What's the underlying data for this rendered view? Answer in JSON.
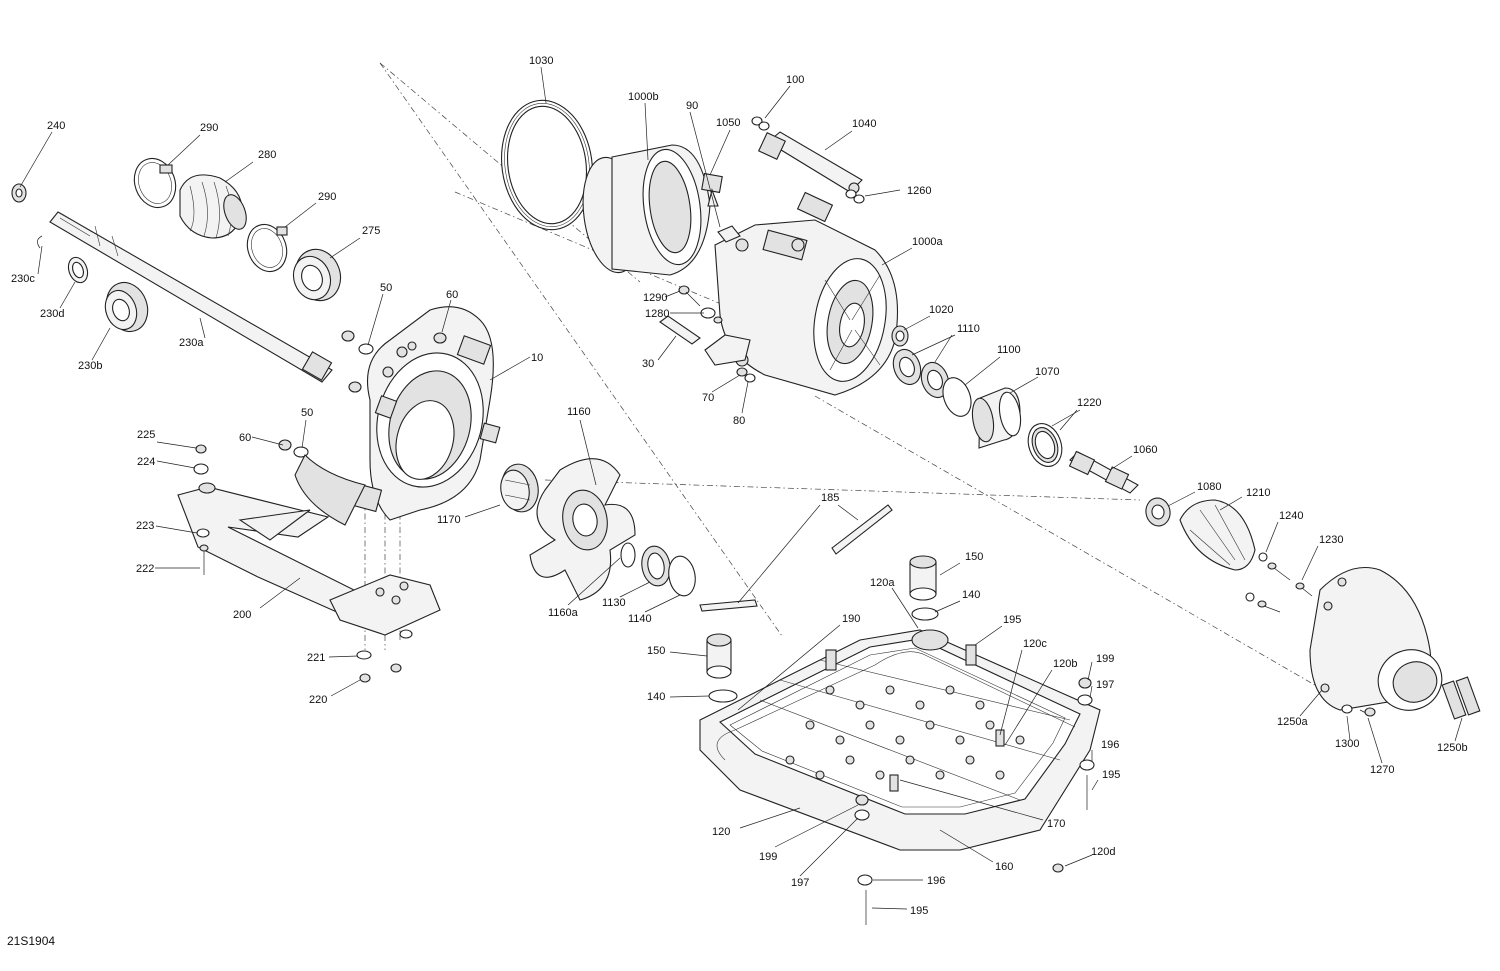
{
  "diagram_id": "21S1904",
  "part_labels": [
    "240",
    "290",
    "280",
    "290",
    "275",
    "230c",
    "230d",
    "230b",
    "230a",
    "50",
    "60",
    "10",
    "50",
    "60",
    "225",
    "224",
    "223",
    "222",
    "200",
    "221",
    "220",
    "1160",
    "1170",
    "1160a",
    "1130",
    "1140",
    "1030",
    "1000b",
    "90",
    "100",
    "1040",
    "1050",
    "1260",
    "1000a",
    "1290",
    "1280",
    "30",
    "70",
    "80",
    "1020",
    "1110",
    "1100",
    "1070",
    "1220",
    "1060",
    "1080",
    "1210",
    "1240",
    "1230",
    "185",
    "150",
    "120a",
    "140",
    "190",
    "150",
    "140",
    "195",
    "120c",
    "120b",
    "199",
    "197",
    "196",
    "195",
    "170",
    "120",
    "199",
    "197",
    "160",
    "196",
    "195",
    "120d",
    "1250a",
    "1300",
    "1270",
    "1250b"
  ]
}
